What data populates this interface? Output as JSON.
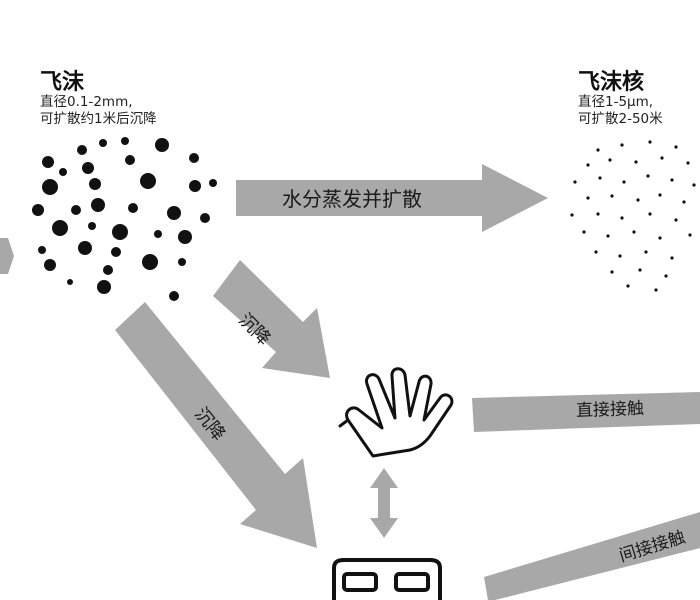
{
  "droplet": {
    "title": "飞沫",
    "desc_line1": "直径0.1-2mm,",
    "desc_line2": "可扩散约1米后沉降"
  },
  "nucleus": {
    "title": "飞沫核",
    "desc_line1": "直径1-5μm,",
    "desc_line2": "可扩散2-50米"
  },
  "arrows": {
    "evaporate": "水分蒸发并扩散",
    "settle_short": "沉降",
    "settle_long": "沉降",
    "direct_contact": "直接接触",
    "indirect_contact": "间接接触"
  },
  "colors": {
    "arrow": "#a8a8a8",
    "ink": "#111111"
  },
  "icons": {
    "hand": "hand-icon",
    "bed": "bed-icon",
    "double_arrow": "double-arrow-icon"
  }
}
